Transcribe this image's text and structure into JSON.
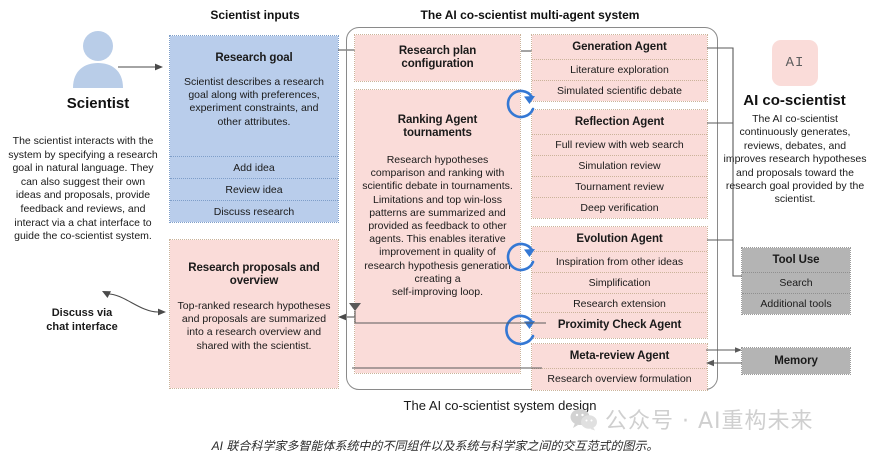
{
  "titles": {
    "scientist_inputs": "Scientist inputs",
    "system": "The AI co-scientist multi-agent system",
    "design_caption": "The AI co-scientist system design",
    "chinese_caption": "AI 联合科学家多智能体系统中的不同组件以及系统与科学家之间的交互范式的图示。"
  },
  "scientist": {
    "name": "Scientist",
    "description": "The scientist interacts with the system by specifying a research goal in natural language. They can also suggest their own ideas and proposals, provide feedback and reviews, and interact via a chat interface to guide the co-scientist system.",
    "discuss_label": "Discuss via\nchat interface"
  },
  "inputs": {
    "research_goal": {
      "title": "Research goal",
      "description": "Scientist describes a research goal along with preferences, experiment constraints, and other attributes.",
      "actions": [
        "Add idea",
        "Review idea",
        "Discuss research"
      ]
    },
    "proposals": {
      "title": "Research proposals and overview",
      "description": "Top-ranked research hypotheses and proposals are summarized into a research overview and shared with the scientist."
    }
  },
  "system": {
    "research_plan": {
      "title": "Research plan\nconfiguration"
    },
    "ranking": {
      "title": "Ranking Agent\ntournaments",
      "description": "Research hypotheses comparison and ranking with scientific debate in tournaments. Limitations and top win-loss patterns are summarized and provided as feedback to other agents. This enables iterative improvement in quality of research hypothesis generation creating a\nself-improving  loop."
    },
    "agents": [
      {
        "title": "Generation Agent",
        "items": [
          "Literature exploration",
          "Simulated scientific debate"
        ]
      },
      {
        "title": "Reflection Agent",
        "items": [
          "Full review with web search",
          "Simulation review",
          "Tournament review",
          "Deep verification"
        ]
      },
      {
        "title": "Evolution Agent",
        "items": [
          "Inspiration from other ideas",
          "Simplification",
          "Research extension"
        ]
      },
      {
        "title": "Proximity Check Agent",
        "items": []
      },
      {
        "title": "Meta-review Agent",
        "items": [
          "Research overview formulation"
        ]
      }
    ]
  },
  "right": {
    "logo_text": "AI",
    "title": "AI co-scientist",
    "description": "The AI co-scientist continuously generates, reviews, debates, and improves research hypotheses and proposals toward the research goal provided by the scientist.",
    "tool_use": {
      "title": "Tool Use",
      "items": [
        "Search",
        "Additional tools"
      ]
    },
    "memory": {
      "title": "Memory"
    }
  },
  "watermark": {
    "text": "公众号 · AI重构未来"
  },
  "colors": {
    "blue_box": "#b9cdeb",
    "pink_box": "#fadcd9",
    "gray_box": "#b4b4b4",
    "avatar_blue": "#b9cde8",
    "loop_arrow": "#3478d4",
    "frame": "#8a8a8a"
  }
}
